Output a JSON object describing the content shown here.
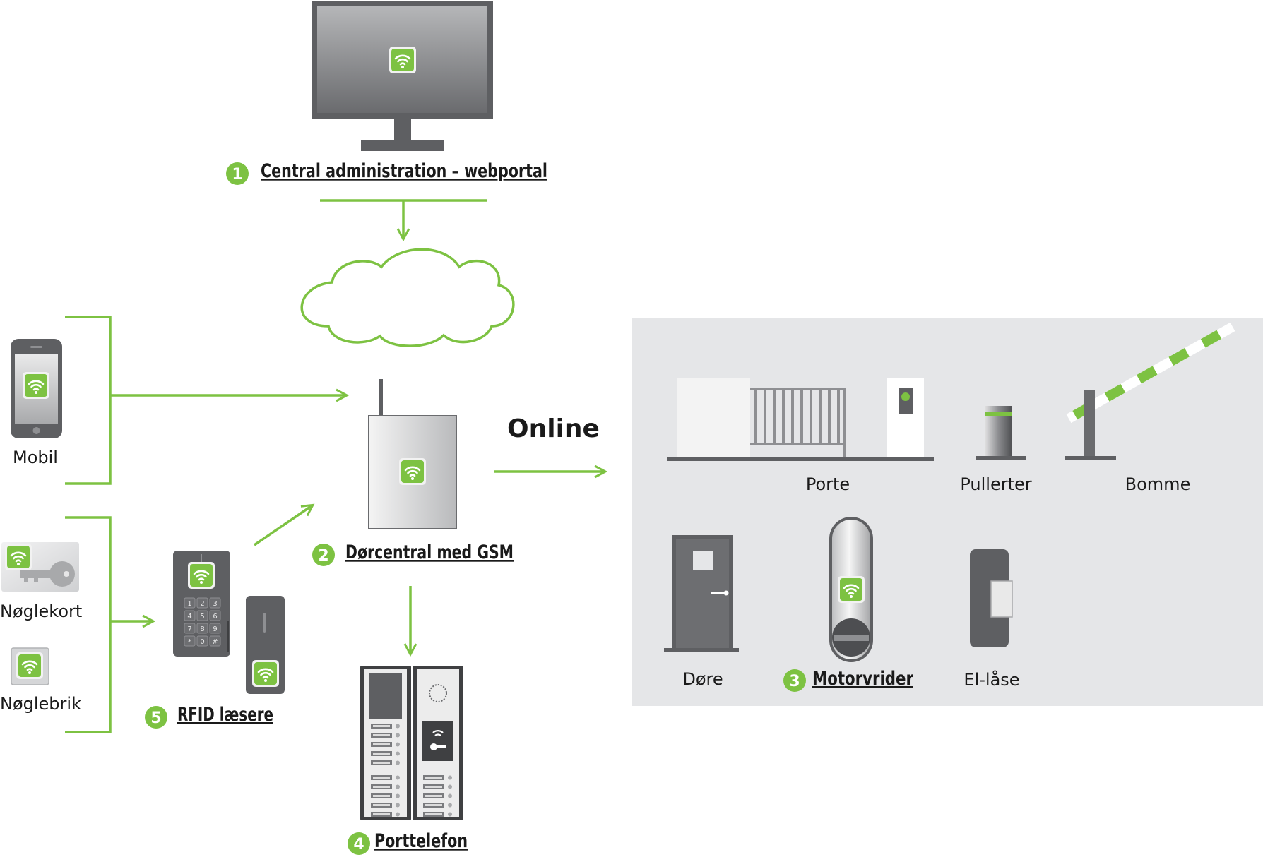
{
  "labels": {
    "central_admin": "Central administration – webportal",
    "dorcentral": "Dørcentral med GSM",
    "motorvrider": "Motorvrider",
    "porttelefon": "Porttelefon",
    "rfid": "RFID læsere",
    "online": "Online",
    "mobil": "Mobil",
    "noglekort": "Nøglekort",
    "noglebrik": "Nøglebrik",
    "porte": "Porte",
    "pullerter": "Pullerter",
    "bomme": "Bomme",
    "dore": "Døre",
    "el_lase": "El-låse"
  },
  "step_numbers": {
    "central_admin": "1",
    "dorcentral": "2",
    "motorvrider": "3",
    "porttelefon": "4",
    "rfid": "5"
  },
  "keypad_keys": [
    "1",
    "2",
    "3",
    "4",
    "5",
    "6",
    "7",
    "8",
    "9",
    "*",
    "0",
    "#"
  ],
  "colors": {
    "accent_green": "#7dc242",
    "panel_gray": "#e5e6e8",
    "device_dark": "#5e5f62",
    "text": "#1a1a1a"
  }
}
